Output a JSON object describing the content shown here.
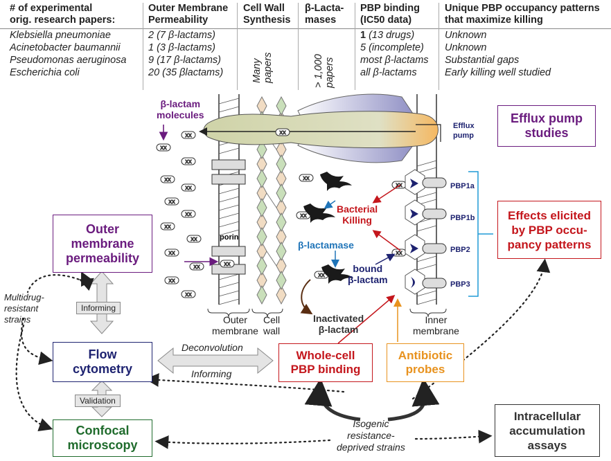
{
  "table": {
    "headers": [
      [
        "# of experimental",
        "orig. research papers:"
      ],
      [
        "Outer Membrane",
        "Permeability"
      ],
      [
        "Cell Wall",
        "Synthesis"
      ],
      [
        "β-Lacta-",
        "mases"
      ],
      [
        "PBP binding",
        "(IC50 data)"
      ],
      [
        "Unique PBP occupancy patterns",
        "that maximize killing"
      ]
    ],
    "organisms": [
      "Klebsiella pneumoniae",
      "Acinetobacter baumannii",
      "Pseudomonas aeruginosa",
      "Escherichia coli"
    ],
    "outer_membrane": [
      "2 (7 β-lactams)",
      "1 (3 β-lactams)",
      "9 (17 β-lactams)",
      "20 (35 βlactams)"
    ],
    "cell_wall_rotated": [
      "Many",
      "papers"
    ],
    "blactamases_rotated": [
      "> 1,000",
      "papers"
    ],
    "pbp_binding": [
      {
        "bold": "1",
        "rest": " (13 drugs)"
      },
      {
        "bold": "",
        "rest": "5 (incomplete)"
      },
      {
        "bold": "",
        "rest": "most β-lactams"
      },
      {
        "bold": "",
        "rest": "all β-lactams"
      }
    ],
    "occupancy": [
      "Unknown",
      "Unknown",
      "Substantial gaps",
      "Early killing well studied"
    ]
  },
  "diagram": {
    "blactam_molecules": [
      "β-lactam",
      "molecules"
    ],
    "efflux_pump": [
      "Efflux",
      "pump"
    ],
    "porin": "porin",
    "bacterial_killing": [
      "Bacterial",
      "Killing"
    ],
    "blactamase": "β-lactamase",
    "bound_blactam": [
      "bound",
      "β-lactam"
    ],
    "inactivated_blactam": [
      "Inactivated",
      "β-lactam"
    ],
    "pbps": [
      "PBP1a",
      "PBP1b",
      "PBP2",
      "PBP3"
    ],
    "outer_membrane_label": [
      "Outer",
      "membrane"
    ],
    "cell_wall_label": [
      "Cell",
      "wall"
    ],
    "inner_membrane_label": [
      "Inner",
      "membrane"
    ],
    "molecule_text": "XX"
  },
  "boxes": {
    "efflux_studies": [
      "Efflux pump",
      "studies"
    ],
    "effects": [
      "Effects elicited",
      "by PBP occu-",
      "pancy patterns"
    ],
    "outer_permeability": [
      "Outer",
      "membrane",
      "permeability"
    ],
    "flow_cytometry": [
      "Flow",
      "cytometry"
    ],
    "confocal": [
      "Confocal",
      "microscopy"
    ],
    "whole_cell": [
      "Whole-cell",
      "PBP binding"
    ],
    "antibiotic_probes": [
      "Antibiotic",
      "probes"
    ],
    "intracellular": [
      "Intracellular",
      "accumulation",
      "assays"
    ]
  },
  "flow_labels": {
    "multidrug": [
      "Multidrug-",
      "resistant",
      "strains"
    ],
    "informing_vertical": "Informing",
    "validation": "Validation",
    "deconvolution": "Deconvolution",
    "informing_horizontal": "Informing",
    "isogenic": [
      "Isogenic",
      "resistance-",
      "deprived strains"
    ]
  },
  "colors": {
    "purple": "#6a1b7e",
    "navy": "#1d2270",
    "red": "#c4161c",
    "green": "#1f6b2c",
    "orange": "#e8921e",
    "blue": "#1f74b8",
    "dark": "#333333",
    "brown": "#5a2e12"
  }
}
